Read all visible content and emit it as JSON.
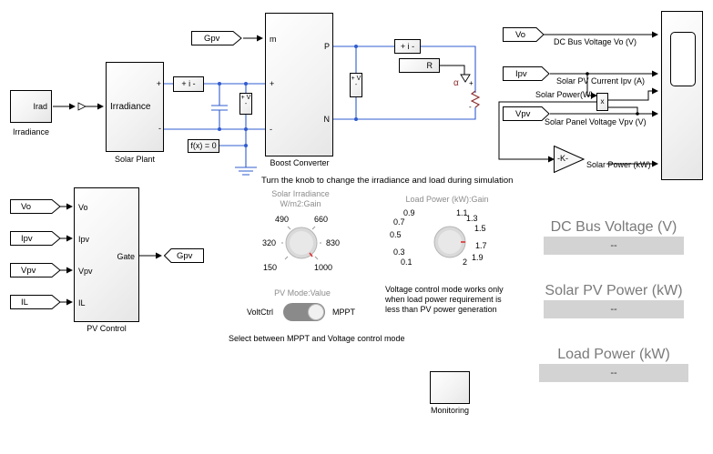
{
  "irradiance_source": {
    "tag": "Irad",
    "caption": "Irradiance"
  },
  "solar_plant": {
    "port_in": "Irradiance",
    "port_pos": "+",
    "port_neg": "-",
    "caption": "Solar Plant"
  },
  "current_meter": {
    "label": "+ i -"
  },
  "voltage_meter": {
    "label": "+ V -"
  },
  "solver": {
    "label": "f(x) = 0"
  },
  "boost_converter": {
    "tag_in": "Gpv",
    "port_m": "m",
    "port_pos_in": "+",
    "port_neg_in": "-",
    "port_P": "P",
    "port_N": "N",
    "caption": "Boost Converter"
  },
  "load": {
    "current_label": "+ i -",
    "voltage_label": "+ V -",
    "r_label": "R",
    "ctrl_label": "α"
  },
  "scope": {
    "inputs": [
      {
        "tag": "Vo",
        "label": "DC Bus Voltage Vo (V)"
      },
      {
        "tag": "Ipv",
        "label": "Solar PV Current Ipv (A)"
      },
      {
        "tag": "Vpv",
        "label": "Solar Panel Voltage Vpv (V)"
      }
    ],
    "product_label": "Solar Power(W)",
    "product_symbol": "x",
    "gain_label": "-K-",
    "gain_output_label": "Solar Power (kW)"
  },
  "pv_control": {
    "inputs": [
      {
        "tag": "Vo",
        "port": "Vo"
      },
      {
        "tag": "Ipv",
        "port": "Ipv"
      },
      {
        "tag": "Vpv",
        "port": "Vpv"
      },
      {
        "tag": "IL",
        "port": "IL"
      }
    ],
    "output_port": "Gate",
    "output_tag": "Gpv",
    "caption": "PV Control"
  },
  "instruction": "Turn the knob to change the irradiance and load during simulation",
  "irradiance_knob": {
    "title": "Solar Irradiance",
    "subtitle": "W/m2:Gain",
    "ticks": [
      "150",
      "320",
      "490",
      "660",
      "830",
      "1000"
    ]
  },
  "load_knob": {
    "title": "Load Power (kW):Gain",
    "ticks": [
      "0.1",
      "0.3",
      "0.5",
      "0.7",
      "0.9",
      "1.1",
      "1.3",
      "1.5",
      "1.7",
      "1.9",
      "2"
    ]
  },
  "mode_switch": {
    "title": "PV Mode:Value",
    "left_label": "VoltCtrl",
    "right_label": "MPPT",
    "note": "Select between MPPT and Voltage control mode"
  },
  "voltage_note": [
    "Voltage control mode works only",
    "when load power requirement is",
    "less than PV power generation"
  ],
  "displays": [
    {
      "title": "DC Bus Voltage (V)",
      "value": "--"
    },
    {
      "title": "Solar PV Power (kW)",
      "value": "--"
    },
    {
      "title": "Load Power (kW)",
      "value": "--"
    }
  ],
  "monitoring": {
    "caption": "Monitoring"
  },
  "colors": {
    "electrical_wire": "#2f5ccf",
    "signal_wire": "#000000",
    "display_bg": "#d3d3d3",
    "knob_pointer": "#e03030"
  }
}
